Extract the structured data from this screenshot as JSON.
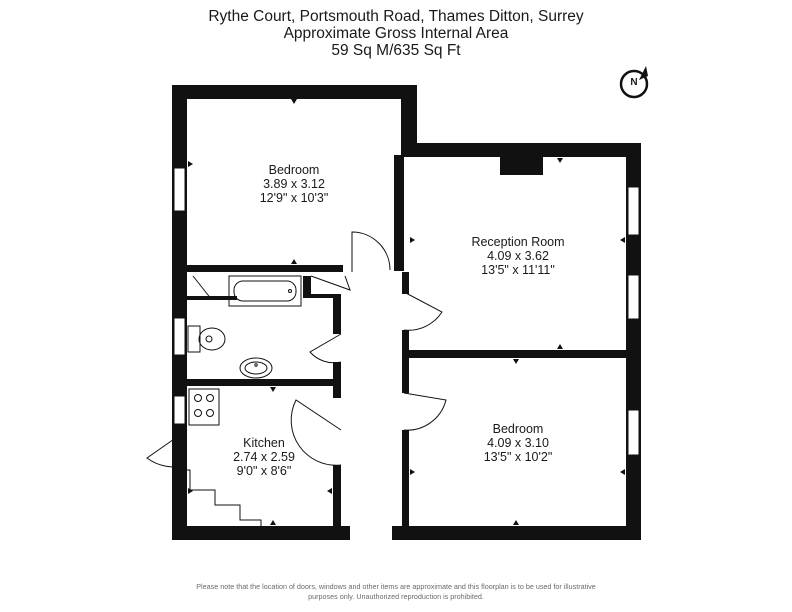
{
  "header": {
    "line1": "Rythe Court, Portsmouth Road, Thames Ditton, Surrey",
    "line2": "Approximate Gross Internal Area",
    "line3": "59 Sq M/635 Sq Ft"
  },
  "compass": {
    "letter": "N"
  },
  "rooms": {
    "bedroom1": {
      "name": "Bedroom",
      "metric": "3.89 x 3.12",
      "imperial": "12'9\" x 10'3\""
    },
    "reception": {
      "name": "Reception Room",
      "metric": "4.09 x 3.62",
      "imperial": "13'5\" x 11'11\""
    },
    "bedroom2": {
      "name": "Bedroom",
      "metric": "4.09 x 3.10",
      "imperial": "13'5\" x 10'2\""
    },
    "kitchen": {
      "name": "Kitchen",
      "metric": "2.74 x 2.59",
      "imperial": "9'0\" x 8'6\""
    }
  },
  "footer": {
    "line1": "Please note that the location of doors, windows and other items are approximate and this floorplan is to be used for illustrative",
    "line2": "purposes only. Unauthorized reproduction is prohibited."
  }
}
